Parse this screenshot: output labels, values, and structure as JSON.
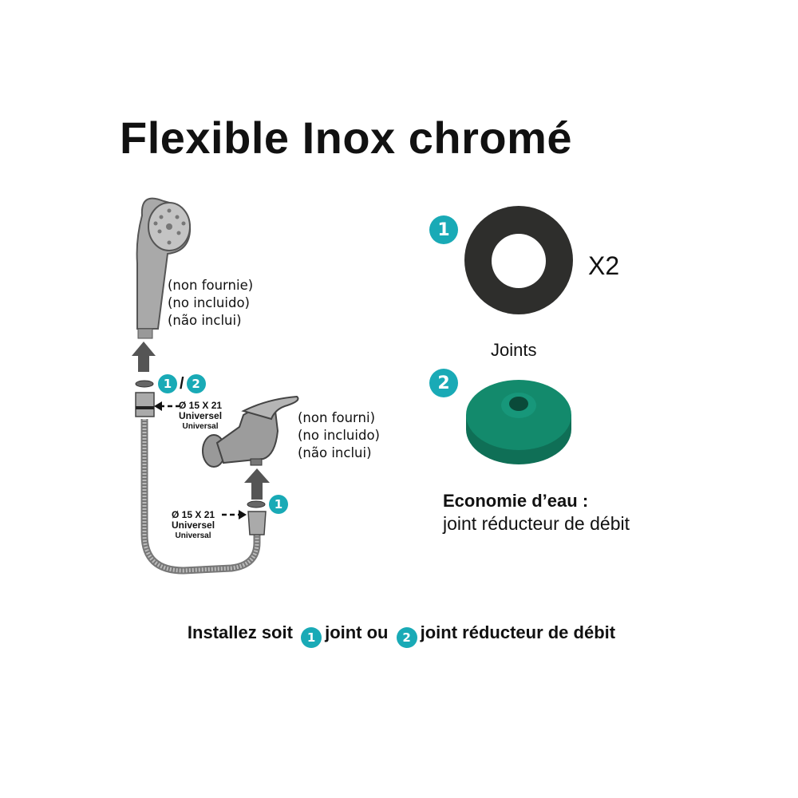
{
  "title": "Flexible Inox chromé",
  "shower_head_note": [
    "(non fournie)",
    "(no incluido)",
    "(não inclui)"
  ],
  "faucet_note": [
    "(non fourni)",
    "(no incluido)",
    "(não inclui)"
  ],
  "connector_spec": {
    "size": "Ø 15 X 21",
    "line1": "Universel",
    "line2": "Universal"
  },
  "badges": {
    "one": "1",
    "two": "2",
    "slash": "/"
  },
  "right_panel": {
    "quantity": "X2",
    "joints_label": "Joints",
    "economy_title": "Economie d’eau :",
    "economy_subtitle": "joint réducteur de débit"
  },
  "instruction": {
    "part1": "Installez soit",
    "part2": "joint ou",
    "part3": "joint réducteur de débit"
  },
  "colors": {
    "badge": "#19aab6",
    "washer": "#2e2e2c",
    "reducer": "#138a6c",
    "metal": "#9a9a9a"
  }
}
